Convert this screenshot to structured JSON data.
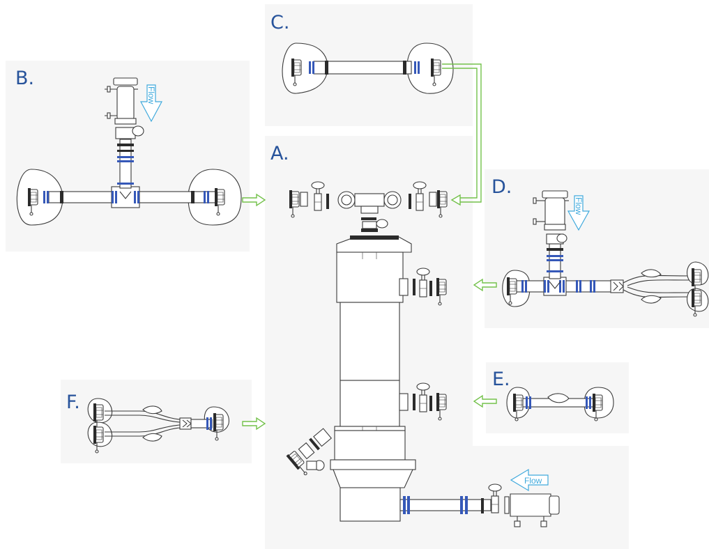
{
  "panels": {
    "a": {
      "label": "A."
    },
    "b": {
      "label": "B.",
      "flow_text": "Flow"
    },
    "c": {
      "label": "C."
    },
    "d": {
      "label": "D.",
      "flow_text": "Flow"
    },
    "e": {
      "label": "E."
    },
    "f": {
      "label": "F."
    },
    "bottom": {
      "flow_text": "Flow"
    }
  },
  "colors": {
    "panel_bg": "#f6f6f6",
    "label": "#27539b",
    "clamp_blue": "#3558b8",
    "connector_green": "#73c14a",
    "flow_arrow": "#3fa9dc"
  }
}
